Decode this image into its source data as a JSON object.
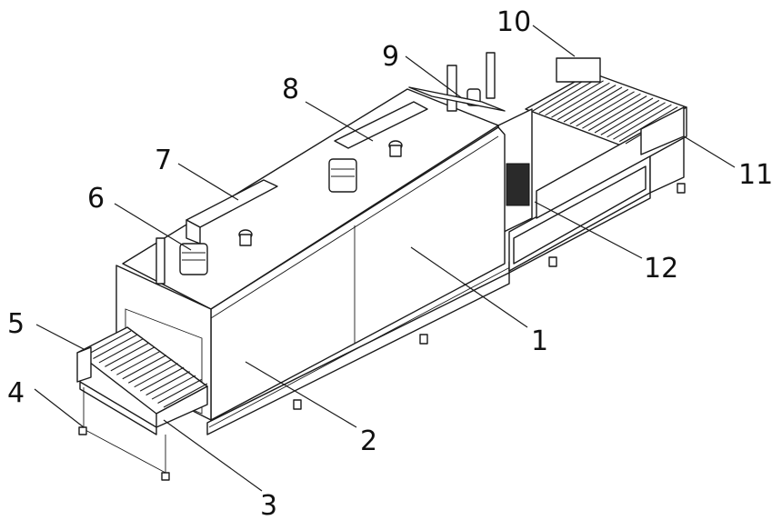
{
  "callouts": [
    {
      "id": "1",
      "text": "1"
    },
    {
      "id": "2",
      "text": "2"
    },
    {
      "id": "3",
      "text": "3"
    },
    {
      "id": "4",
      "text": "4"
    },
    {
      "id": "5",
      "text": "5"
    },
    {
      "id": "6",
      "text": "6"
    },
    {
      "id": "7",
      "text": "7"
    },
    {
      "id": "8",
      "text": "8"
    },
    {
      "id": "9",
      "text": "9"
    },
    {
      "id": "10",
      "text": "10"
    },
    {
      "id": "11",
      "text": "11"
    },
    {
      "id": "12",
      "text": "12"
    }
  ],
  "colors": {
    "line": "#1a1a1a",
    "background": "#ffffff"
  }
}
